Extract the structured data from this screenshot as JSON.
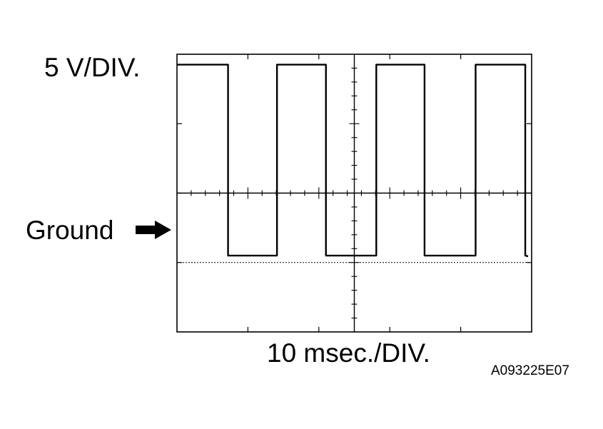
{
  "labels": {
    "vertical_scale": "5 V/DIV.",
    "ground": "Ground",
    "horizontal_scale": "10 msec./DIV.",
    "figure_code": "A093225E07"
  },
  "scope": {
    "h_divisions": 5,
    "v_divisions": 4,
    "minor_ticks_per_division": 5,
    "ground_level_div": -1
  },
  "colors": {
    "trace": "#000000",
    "graticule": "#000000",
    "background": "#ffffff"
  },
  "waveform": {
    "type": "square",
    "high_level_div": 1.85,
    "low_level_div": -0.9,
    "periods": [
      {
        "rise": 0.0,
        "fall": 0.72
      },
      {
        "rise": 1.41,
        "fall": 2.1
      },
      {
        "rise": 2.81,
        "fall": 3.49
      },
      {
        "rise": 4.21,
        "fall": 4.91
      }
    ]
  }
}
